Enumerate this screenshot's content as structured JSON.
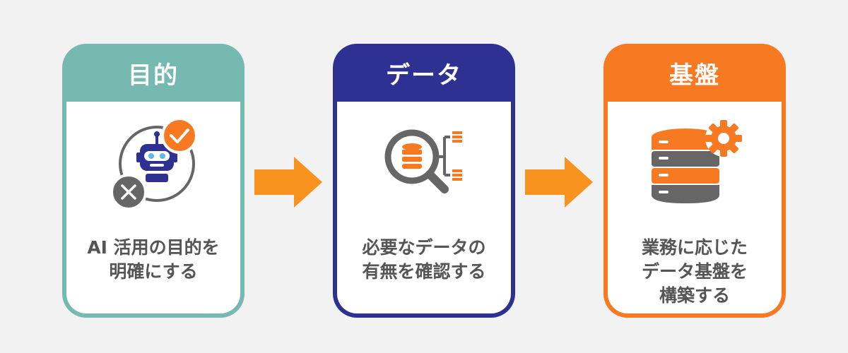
{
  "colors": {
    "background": "#f2f2f2",
    "purpose": "#75b9b1",
    "data": "#2e3192",
    "infra": "#f77a22",
    "arrow": "#f7931e",
    "text": "#555555",
    "icon_gray": "#666666"
  },
  "steps": [
    {
      "title": "目的",
      "icon": "robot-check-icon",
      "desc_lines": [
        "AI 活用の目的を",
        "明確にする"
      ]
    },
    {
      "title": "データ",
      "icon": "magnifier-database-icon",
      "desc_lines": [
        "必要なデータの",
        "有無を確認する"
      ]
    },
    {
      "title": "基盤",
      "icon": "database-gear-icon",
      "desc_lines": [
        "業務に応じた",
        "データ基盤を",
        "構築する"
      ]
    }
  ]
}
